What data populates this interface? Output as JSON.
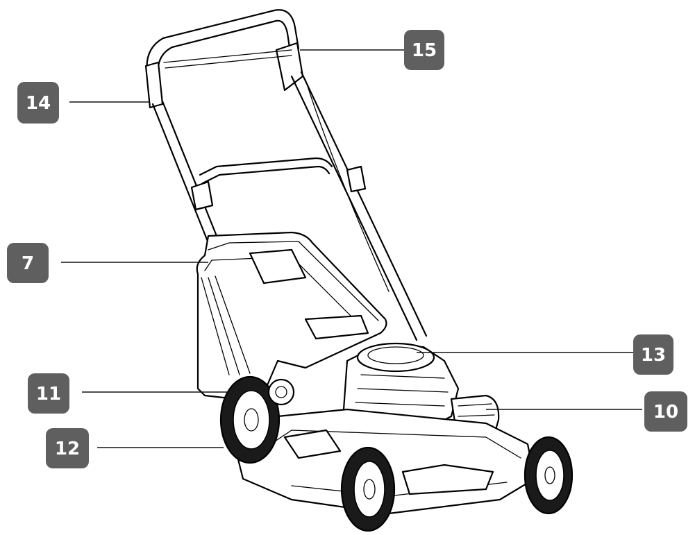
{
  "diagram": {
    "callouts": [
      {
        "id": "7",
        "label": "7"
      },
      {
        "id": "10",
        "label": "10"
      },
      {
        "id": "11",
        "label": "11"
      },
      {
        "id": "12",
        "label": "12"
      },
      {
        "id": "13",
        "label": "13"
      },
      {
        "id": "14",
        "label": "14"
      },
      {
        "id": "15",
        "label": "15"
      }
    ],
    "colors": {
      "badge": "#5f5f5f",
      "badge_text": "#ffffff",
      "line_art": "#000000"
    }
  }
}
